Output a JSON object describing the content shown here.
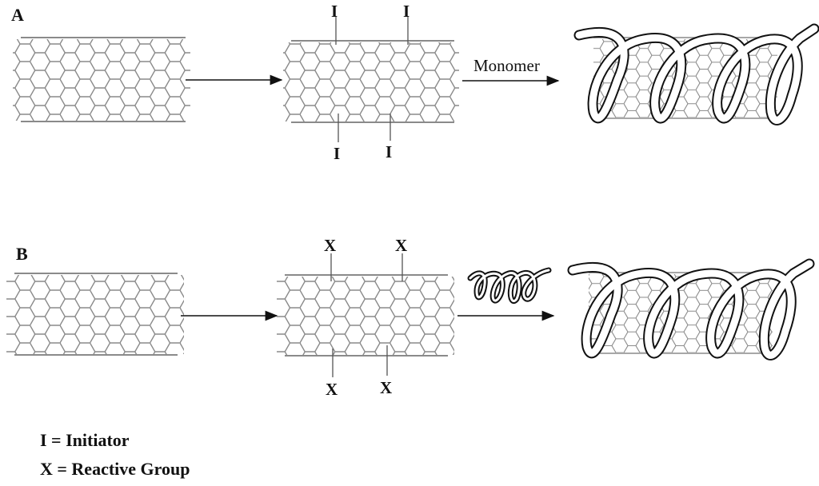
{
  "panels": {
    "a": {
      "label": "A",
      "initiator_label": "I",
      "monomer_label": "Monomer"
    },
    "b": {
      "label": "B",
      "reactive_label": "X"
    }
  },
  "legend": {
    "initiator": "I = Initiator",
    "reactive_group": "X = Reactive Group"
  },
  "colors": {
    "lattice": "#8a8a8a",
    "ink": "#111111",
    "background": "#ffffff"
  },
  "icons": [
    "nanotube",
    "polymer-coil",
    "arrow-right"
  ]
}
